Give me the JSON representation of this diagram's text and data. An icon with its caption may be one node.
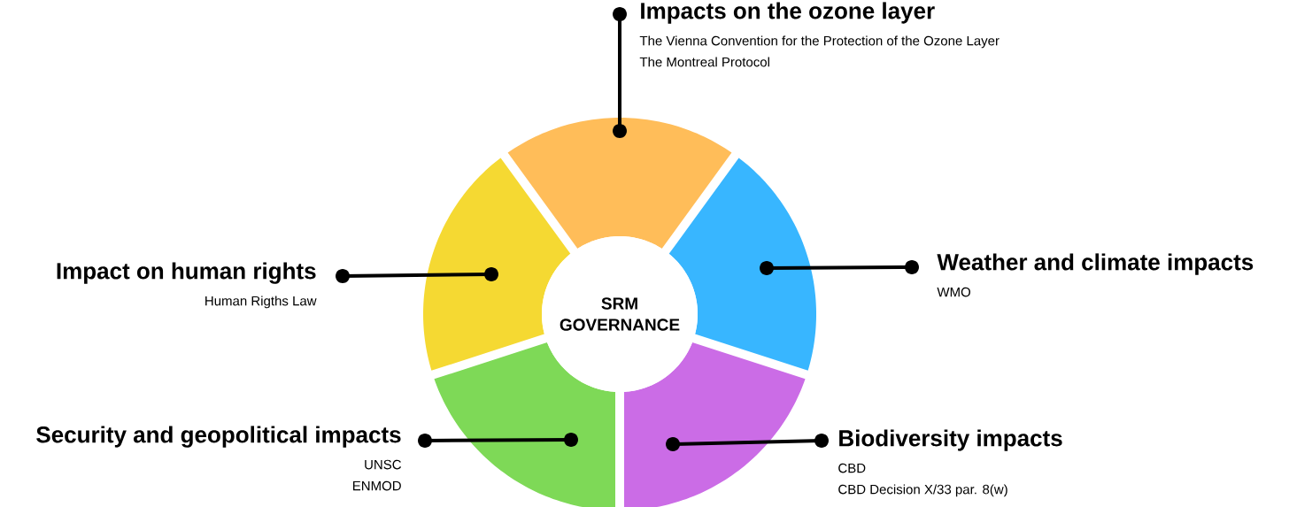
{
  "diagram": {
    "nodes": [
      {
        "text": [
          "Impacts on the ozone layer",
          "The Vienna Convention for the Protection of the Ozone Layer",
          "The Montreal Protocol"
        ]
      },
      {
        "text": [
          "Impact on human rights",
          "Human Rigths Law"
        ]
      },
      {
        "text": [
          "SRM GOVERNANCE"
        ]
      },
      {
        "text": [
          "Weather and climate impacts",
          "WMO"
        ]
      },
      {
        "text": [
          "Security and geopolitical impacts",
          "UNSC",
          "ENMOD"
        ]
      },
      {
        "text": [
          "Biodiversity impacts",
          "CBD",
          "CBD Decision X/33 par. 8(w)"
        ]
      },
      {
        "text": [],
        "shape": "sector"
      },
      {
        "text": [],
        "shape": "sector"
      },
      {
        "text": [],
        "shape": "sector"
      },
      {
        "text": [],
        "shape": "sector"
      },
      {
        "text": [],
        "shape": "sector"
      }
    ],
    "edges": [
      {
        "from": 0,
        "to": 8,
        "arrow": "other"
      },
      {
        "from": 1,
        "to": 6,
        "arrow": "other"
      },
      {
        "from": 3,
        "to": 10,
        "arrow": "other"
      },
      {
        "from": 4,
        "to": 7,
        "arrow": "other"
      },
      {
        "from": 5,
        "to": 9,
        "arrow": "other"
      }
    ]
  }
}
